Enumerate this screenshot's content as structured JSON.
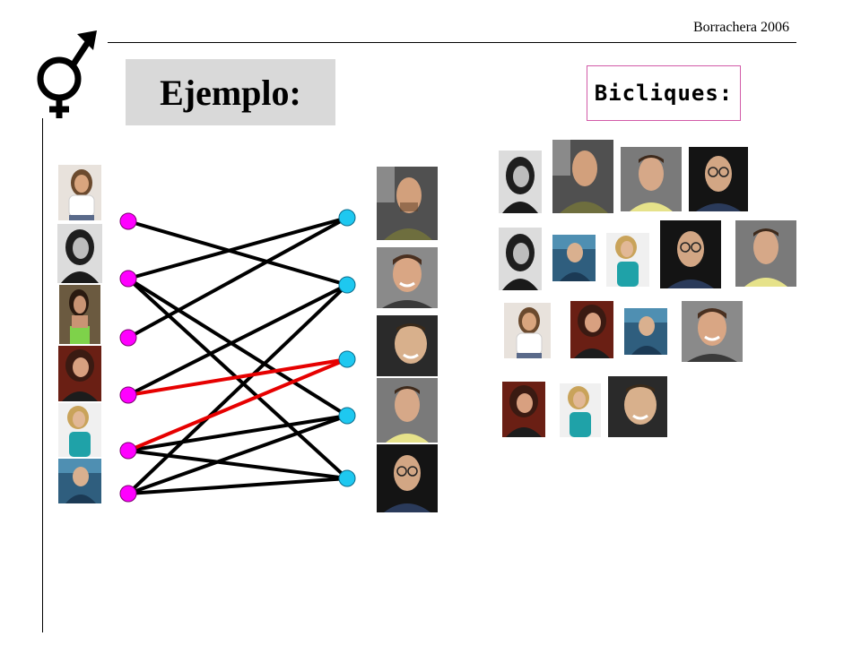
{
  "header": {
    "author": "Borrachera 2006"
  },
  "title": "Ejemplo:",
  "bicliques_label": "Bicliques:",
  "icons": {
    "gender_symbol": "male-female-symbol-icon"
  },
  "colors": {
    "left_node": "#ff00ff",
    "right_node": "#1ec8f0",
    "edge": "#000000",
    "highlight_edge": "#e60000",
    "title_bg": "#d9d9d9",
    "label_border": "#d25aa8"
  },
  "graph": {
    "left_nodes": [
      "L1",
      "L2",
      "L3",
      "L4",
      "L5",
      "L6"
    ],
    "right_nodes": [
      "R1",
      "R2",
      "R3",
      "R4",
      "R5"
    ],
    "edges": [
      {
        "from": "L1",
        "to": "R2",
        "highlight": false
      },
      {
        "from": "L2",
        "to": "R1",
        "highlight": false
      },
      {
        "from": "L2",
        "to": "R4",
        "highlight": false
      },
      {
        "from": "L2",
        "to": "R5",
        "highlight": false
      },
      {
        "from": "L3",
        "to": "R1",
        "highlight": false
      },
      {
        "from": "L4",
        "to": "R2",
        "highlight": false
      },
      {
        "from": "L4",
        "to": "R3",
        "highlight": true
      },
      {
        "from": "L5",
        "to": "R3",
        "highlight": true
      },
      {
        "from": "L5",
        "to": "R4",
        "highlight": false
      },
      {
        "from": "L5",
        "to": "R5",
        "highlight": false
      },
      {
        "from": "L6",
        "to": "R2",
        "highlight": false
      },
      {
        "from": "L6",
        "to": "R4",
        "highlight": false
      },
      {
        "from": "L6",
        "to": "R5",
        "highlight": false
      }
    ]
  },
  "photos": {
    "left": [
      "woman-photo-white-top",
      "woman-photo-bw",
      "woman-photo-green-top",
      "woman-photo-red",
      "woman-photo-blonde-teal",
      "woman-photo-outdoor-blue"
    ],
    "right": [
      "man-photo-bald",
      "man-photo-smiling",
      "man-photo-dark",
      "man-photo-young",
      "man-photo-glasses"
    ]
  }
}
